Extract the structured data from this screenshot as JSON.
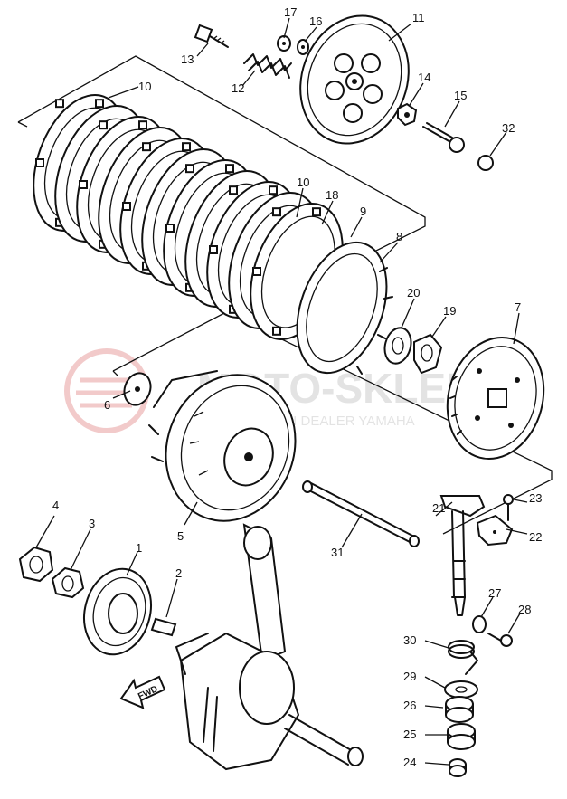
{
  "watermark": {
    "brand": "MOTO-SKLEP.PL",
    "subtitle": "WZ MOTOCYKLY I DEALER YAMAHA",
    "logo_color": "#e8a0a0",
    "text_color": "#d8d8d8"
  },
  "fwd_label": "FWD",
  "callouts": [
    {
      "id": "1",
      "label": "1"
    },
    {
      "id": "2",
      "label": "2"
    },
    {
      "id": "3",
      "label": "3"
    },
    {
      "id": "4",
      "label": "4"
    },
    {
      "id": "5",
      "label": "5"
    },
    {
      "id": "6",
      "label": "6"
    },
    {
      "id": "7",
      "label": "7"
    },
    {
      "id": "8",
      "label": "8"
    },
    {
      "id": "9",
      "label": "9"
    },
    {
      "id": "10a",
      "label": "10"
    },
    {
      "id": "10b",
      "label": "10"
    },
    {
      "id": "11",
      "label": "11"
    },
    {
      "id": "12",
      "label": "12"
    },
    {
      "id": "13",
      "label": "13"
    },
    {
      "id": "14",
      "label": "14"
    },
    {
      "id": "15",
      "label": "15"
    },
    {
      "id": "16",
      "label": "16"
    },
    {
      "id": "17",
      "label": "17"
    },
    {
      "id": "18",
      "label": "18"
    },
    {
      "id": "19",
      "label": "19"
    },
    {
      "id": "20",
      "label": "20"
    },
    {
      "id": "21",
      "label": "21"
    },
    {
      "id": "22",
      "label": "22"
    },
    {
      "id": "23",
      "label": "23"
    },
    {
      "id": "24",
      "label": "24"
    },
    {
      "id": "25",
      "label": "25"
    },
    {
      "id": "26",
      "label": "26"
    },
    {
      "id": "27",
      "label": "27"
    },
    {
      "id": "28",
      "label": "28"
    },
    {
      "id": "29",
      "label": "29"
    },
    {
      "id": "30",
      "label": "30"
    },
    {
      "id": "31",
      "label": "31"
    },
    {
      "id": "32",
      "label": "32"
    }
  ]
}
